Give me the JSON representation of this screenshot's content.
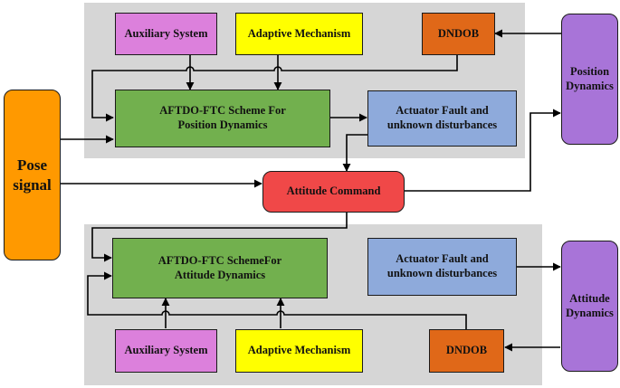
{
  "colors": {
    "panel": "#d6d6d6",
    "aux": "#dc80dc",
    "adaptive": "#ffff00",
    "dndob": "#e06818",
    "green": "#72b04e",
    "blue": "#8eaadb",
    "red": "#f04848",
    "orange": "#ff9900",
    "purple": "#a874d8"
  },
  "blocks": {
    "pose_signal": "Pose\nsignal",
    "position_dynamics": "Position\nDynamics",
    "attitude_dynamics": "Attitude\nDynamics",
    "attitude_command": "Attitude Command",
    "top": {
      "auxiliary_system": "Auxiliary System",
      "adaptive_mechanism": "Adaptive Mechanism",
      "dndob": "DNDOB",
      "aftdo_ftc": "AFTDO-FTC Scheme For\nPosition Dynamics",
      "actuator_fault": "Actuator Fault and\nunknown disturbances"
    },
    "bottom": {
      "auxiliary_system": "Auxiliary System",
      "adaptive_mechanism": "Adaptive Mechanism",
      "dndob": "DNDOB",
      "aftdo_ftc": "AFTDO-FTC SchemeFor\nAttitude Dynamics",
      "actuator_fault": "Actuator Fault and\nunknown disturbances"
    }
  }
}
